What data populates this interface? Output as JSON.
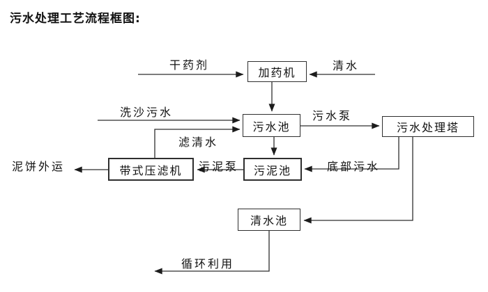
{
  "title": "污水处理工艺流程框图:",
  "colors": {
    "line": "#2e2e2e",
    "text": "#111111",
    "background": "#ffffff"
  },
  "nodes": {
    "dosing_machine": "加药机",
    "sewage_pool": "污水池",
    "treatment_tower": "污水处理塔",
    "sludge_pool": "污泥池",
    "belt_filter_press": "带式压滤机",
    "clean_water_pool": "清水池"
  },
  "labels": {
    "dry_agent": "干药剂",
    "clean_water": "清水",
    "sand_washing_sewage": "洗沙污水",
    "sewage_pump": "污水泵",
    "filtered_water": "滤清水",
    "sludge_pump": "污泥泵",
    "bottom_sewage": "底部污水",
    "mud_cake_out": "泥饼外运",
    "recycle": "循环利用"
  }
}
